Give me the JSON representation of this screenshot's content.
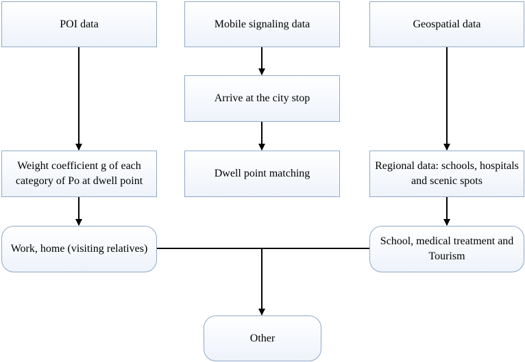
{
  "nodes": {
    "poi_data": "POI data",
    "mobile_signaling_data": "Mobile signaling data",
    "geospatial_data": "Geospatial data",
    "arrive_city_stop": "Arrive at the city stop",
    "weight_coefficient": "Weight coefficient g of each category of Po at dwell point",
    "dwell_point_matching": "Dwell point matching",
    "regional_data": "Regional data: schools, hospitals and scenic spots",
    "work_home": "Work, home (visiting relatives)",
    "school_medical_tourism": "School, medical treatment and Tourism",
    "other": "Other"
  },
  "colors": {
    "node_border": "#8ea8c8",
    "node_fill_top": "#ffffff",
    "node_fill_bottom": "#eef3fa",
    "edge": "#000000"
  }
}
